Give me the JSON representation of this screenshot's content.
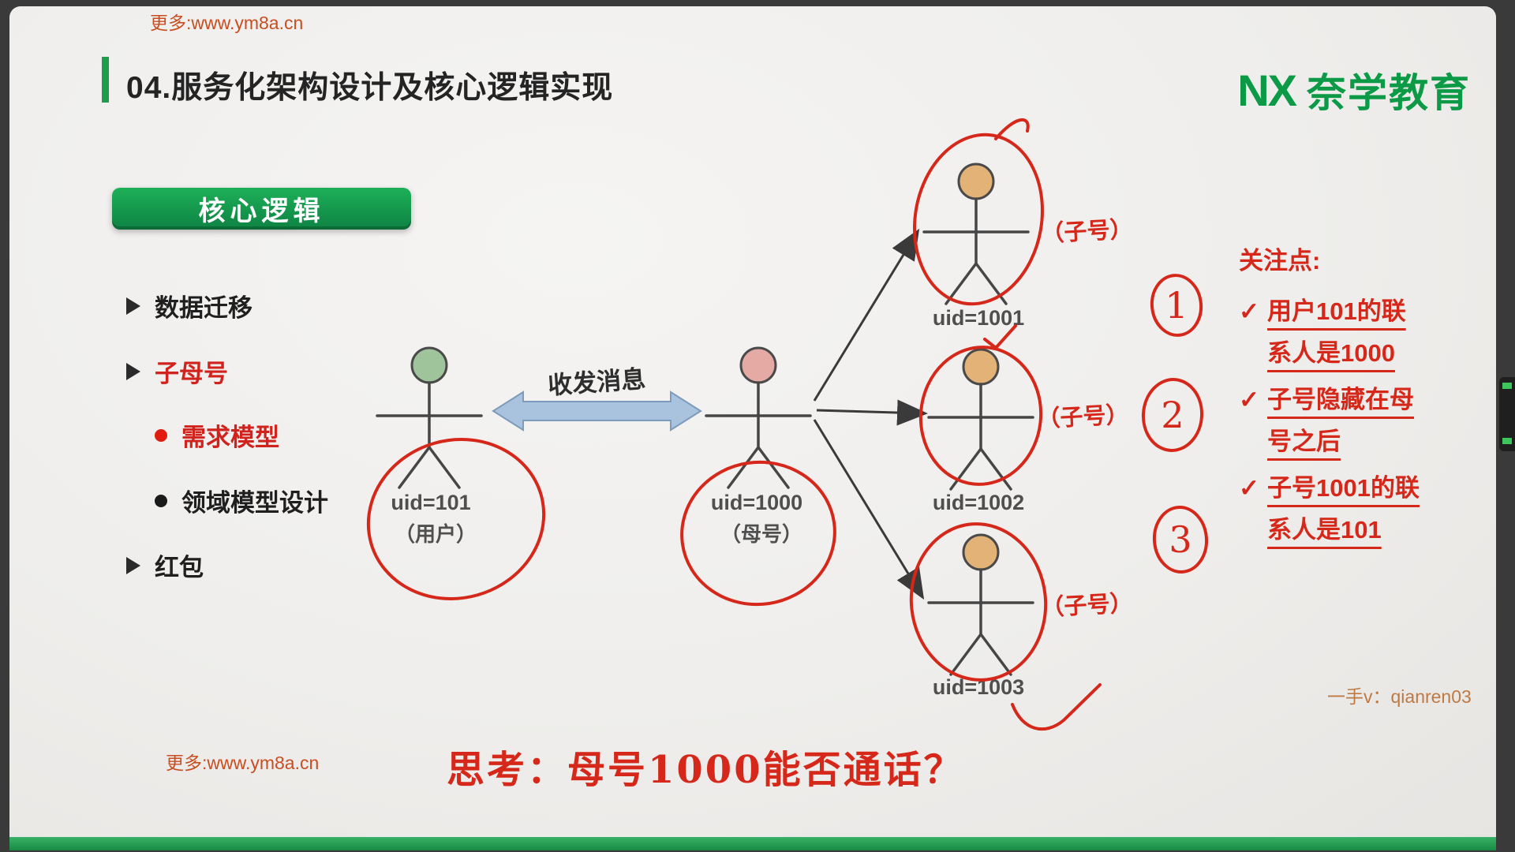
{
  "frame": {
    "watermark_top": "更多:www.ym8a.cn",
    "watermark_bottom": "更多:www.ym8a.cn",
    "contact": "一手v：qianren03"
  },
  "header": {
    "title": "04.服务化架构设计及核心逻辑实现",
    "logo_mark": "NX",
    "logo_name": "奈学教育"
  },
  "badge": "核心逻辑",
  "bullets": [
    {
      "marker": "arrow",
      "label": "数据迁移",
      "emphasis": false
    },
    {
      "marker": "arrow",
      "label": "子母号",
      "emphasis": true
    },
    {
      "marker": "dot",
      "label": "需求模型",
      "emphasis": true
    },
    {
      "marker": "dot",
      "label": "领域模型设计",
      "emphasis": false
    },
    {
      "marker": "arrow",
      "label": "红包",
      "emphasis": false
    }
  ],
  "diagram": {
    "message_label": "收发消息",
    "actors": {
      "user": {
        "uid": "uid=101",
        "role": "（用户）",
        "head_color": "#9fc39b"
      },
      "mother": {
        "uid": "uid=1000",
        "role": "（母号）",
        "head_color": "#e6aaa5"
      },
      "child1": {
        "uid": "uid=1001",
        "role": "（子号）",
        "head_color": "#e3b277"
      },
      "child2": {
        "uid": "uid=1002",
        "role": "（子号）",
        "head_color": "#e3b277"
      },
      "child3": {
        "uid": "uid=1003",
        "role": "（子号）",
        "head_color": "#e3b277"
      }
    },
    "step_numbers": [
      "1",
      "2",
      "3"
    ]
  },
  "notes": {
    "title": "关注点:",
    "items": [
      {
        "check": "✓",
        "text": "用户101的联\n系人是1000"
      },
      {
        "check": "✓",
        "text": "子号隐藏在母\n号之后"
      },
      {
        "check": "✓",
        "text": "子号1001的联\n系人是101"
      }
    ]
  },
  "question": "思考：母号1000能否通话？",
  "colors": {
    "brand_green": "#0c9a47",
    "accent_red": "#d6281a",
    "watermark_orange": "#c84e22",
    "arrow_blue": "#a9c3de",
    "bottom_bar_green": "#178a43"
  }
}
